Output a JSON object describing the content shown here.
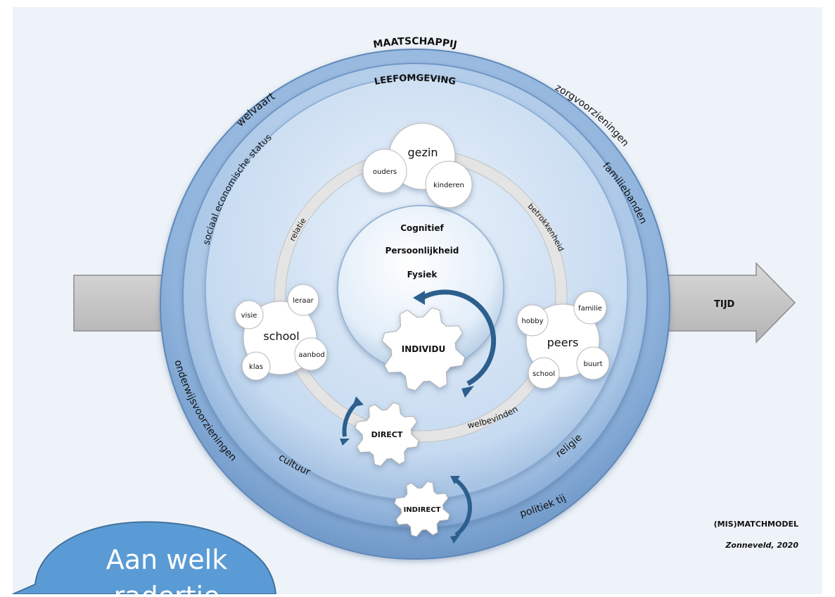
{
  "rings": {
    "outer": {
      "title": "MAATSCHAPPIJ",
      "labels": [
        "welvaart",
        "zorgvoorzieningen",
        "onderwijsvoorzieningen",
        "politiek tij"
      ]
    },
    "middle": {
      "title": "LEEFOMGEVING",
      "labels": [
        "sociaal economische status",
        "familiebanden",
        "cultuur",
        "religie"
      ]
    },
    "path": {
      "labels": [
        "relatie",
        "betrokkenheid",
        "welbevinden"
      ]
    }
  },
  "core": {
    "lines": [
      "Cognitief",
      "Persoonlijkheid",
      "Fysiek"
    ]
  },
  "clusters": {
    "gezin": {
      "title": "gezin",
      "items": [
        "ouders",
        "kinderen"
      ]
    },
    "school": {
      "title": "school",
      "items": [
        "visie",
        "leraar",
        "aanbod",
        "klas"
      ]
    },
    "peers": {
      "title": "peers",
      "items": [
        "hobby",
        "familie",
        "school",
        "buurt"
      ]
    }
  },
  "gears": {
    "individu": "INDIVIDU",
    "direct": "DIRECT",
    "indirect": "INDIRECT"
  },
  "time_arrow": {
    "label": "TIJD"
  },
  "caption": {
    "title": "(MIS)MATCHMODEL",
    "credit": "Zonneveld, 2020"
  },
  "speech_bubble": {
    "text": "Aan welk radertje"
  },
  "colors": {
    "background": "#eef3f9",
    "outer_ring": "#8fb3dc",
    "middle_ring": "#a9c6e6",
    "inner_disc": "#c6daf0",
    "arrow_gray": "#c4c4c4",
    "gear_arrow": "#2d5f8e",
    "bubble": "#5b9bd5"
  }
}
